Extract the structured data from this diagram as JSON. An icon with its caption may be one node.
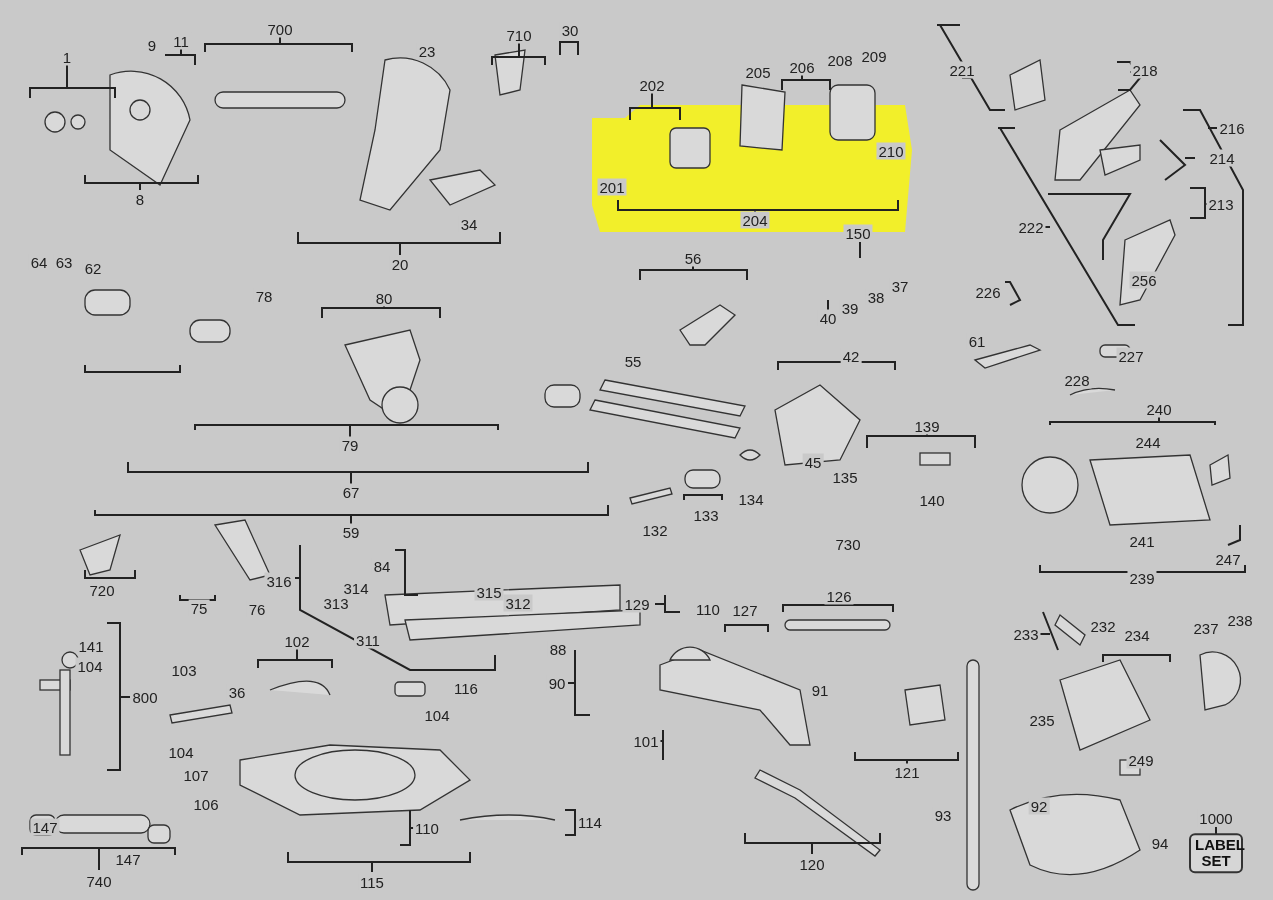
{
  "diagram": {
    "labels": [
      "1",
      "9",
      "11",
      "700",
      "23",
      "710",
      "30",
      "202",
      "205",
      "206",
      "208",
      "209",
      "221",
      "218",
      "216",
      "8",
      "210",
      "201",
      "204",
      "214",
      "34",
      "20",
      "213",
      "222",
      "150",
      "56",
      "64",
      "63",
      "62",
      "256",
      "37",
      "78",
      "80",
      "226",
      "38",
      "39",
      "40",
      "61",
      "55",
      "42",
      "227",
      "228",
      "79",
      "240",
      "139",
      "244",
      "45",
      "135",
      "67",
      "134",
      "140",
      "132",
      "133",
      "59",
      "730",
      "241",
      "247",
      "239",
      "84",
      "316",
      "314",
      "315",
      "313",
      "312",
      "720",
      "75",
      "76",
      "126",
      "129",
      "110",
      "127",
      "233",
      "232",
      "234",
      "237",
      "238",
      "311",
      "141",
      "104",
      "102",
      "88",
      "103",
      "800",
      "36",
      "116",
      "90",
      "91",
      "104",
      "235",
      "101",
      "104",
      "107",
      "121",
      "249",
      "106",
      "147",
      "110",
      "114",
      "93",
      "92",
      "1000",
      "94",
      "147",
      "740",
      "115",
      "120",
      "LABEL SET"
    ]
  }
}
